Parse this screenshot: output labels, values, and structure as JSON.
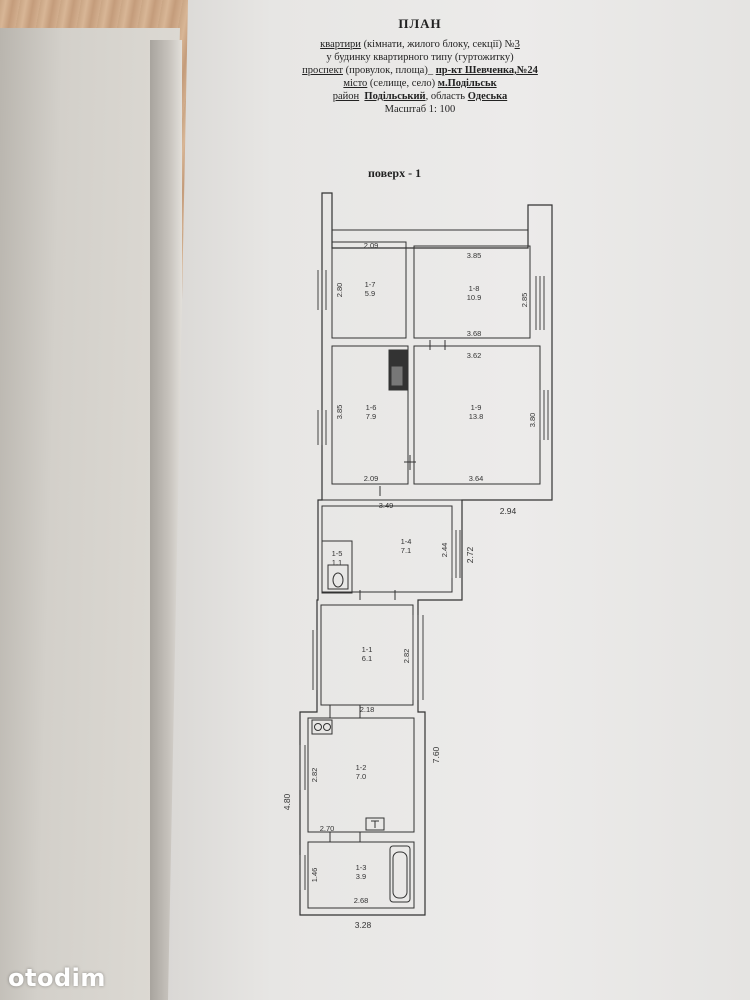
{
  "header": {
    "title": "ПЛАН",
    "line1_prefix": "квартири",
    "line1_rest": " (кімнати, жилого блоку, секції) №",
    "apartment_no": "3",
    "line2": "у будинку квартирного типу (гуртожитку)",
    "street_prefix": "проспект",
    "street_rest": " (провулок, площа)_ ",
    "street_value": "пр-кт Шевченка,",
    "house_no": "№24",
    "city_prefix": "місто",
    "city_rest": " (селище, село)  ",
    "city_value": "м.Подільськ",
    "district_prefix": "район",
    "district_value": "Подільський",
    "region_label": ", область ",
    "region_value": "Одеська",
    "scale": "Масштаб 1: 100"
  },
  "floor_label": "поверх - 1",
  "rooms": [
    {
      "id": "1-7",
      "area": "5.9"
    },
    {
      "id": "1-8",
      "area": "10.9"
    },
    {
      "id": "1-6",
      "area": "7.9"
    },
    {
      "id": "1-9",
      "area": "13.8"
    },
    {
      "id": "1-4",
      "area": "7.1"
    },
    {
      "id": "1-5",
      "area": "1.1"
    },
    {
      "id": "1-1",
      "area": "6.1"
    },
    {
      "id": "1-2",
      "area": "7.0"
    },
    {
      "id": "1-3",
      "area": "3.9"
    }
  ],
  "dimensions": {
    "r17_w": "2.09",
    "r17_h": "2.80",
    "r18_w": "3.85",
    "r18_h": "2.85",
    "r18_bottom": "3.68",
    "r19_top": "3.62",
    "r16_h": "3.85",
    "r19_h": "3.80",
    "r16_bottom": "2.09",
    "r19_bottom": "3.64",
    "corr_w": "3.49",
    "outer_w": "2.94",
    "r14_h": "2.44",
    "r14_outer": "2.72",
    "r11_h": "2.82",
    "r11_bottom": "2.18",
    "total_h": "7.60",
    "r12_h": "2.82",
    "left_h": "4.80",
    "r12_bottom": "2.70",
    "r13_h": "1.46",
    "r13_bottom": "2.68",
    "total_w": "3.28"
  },
  "watermark": "otodim"
}
